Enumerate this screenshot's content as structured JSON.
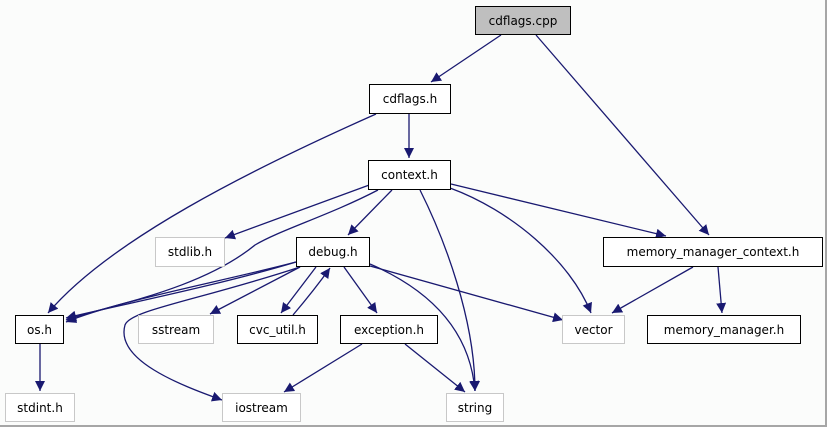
{
  "graph": {
    "title": "Include dependency graph for cdflags.cpp",
    "edge_color": "#191970",
    "nodes": [
      {
        "id": "cdflags_cpp",
        "label": "cdflags.cpp",
        "kind": "root"
      },
      {
        "id": "cdflags_h",
        "label": "cdflags.h",
        "kind": "local"
      },
      {
        "id": "context_h",
        "label": "context.h",
        "kind": "local"
      },
      {
        "id": "stdlib_h",
        "label": "stdlib.h",
        "kind": "system"
      },
      {
        "id": "debug_h",
        "label": "debug.h",
        "kind": "local"
      },
      {
        "id": "memory_manager_context_h",
        "label": "memory_manager_context.h",
        "kind": "local"
      },
      {
        "id": "os_h",
        "label": "os.h",
        "kind": "local"
      },
      {
        "id": "sstream",
        "label": "sstream",
        "kind": "system"
      },
      {
        "id": "cvc_util_h",
        "label": "cvc_util.h",
        "kind": "local"
      },
      {
        "id": "exception_h",
        "label": "exception.h",
        "kind": "local"
      },
      {
        "id": "vector",
        "label": "vector",
        "kind": "system"
      },
      {
        "id": "memory_manager_h",
        "label": "memory_manager.h",
        "kind": "local"
      },
      {
        "id": "stdint_h",
        "label": "stdint.h",
        "kind": "system"
      },
      {
        "id": "iostream",
        "label": "iostream",
        "kind": "system"
      },
      {
        "id": "string",
        "label": "string",
        "kind": "system"
      }
    ],
    "edges": [
      {
        "from": "cdflags_cpp",
        "to": "cdflags_h"
      },
      {
        "from": "cdflags_cpp",
        "to": "memory_manager_context_h"
      },
      {
        "from": "cdflags_h",
        "to": "context_h"
      },
      {
        "from": "cdflags_h",
        "to": "os_h"
      },
      {
        "from": "context_h",
        "to": "stdlib_h"
      },
      {
        "from": "context_h",
        "to": "debug_h"
      },
      {
        "from": "context_h",
        "to": "os_h"
      },
      {
        "from": "context_h",
        "to": "string"
      },
      {
        "from": "context_h",
        "to": "vector"
      },
      {
        "from": "context_h",
        "to": "memory_manager_context_h"
      },
      {
        "from": "debug_h",
        "to": "os_h"
      },
      {
        "from": "debug_h",
        "to": "sstream"
      },
      {
        "from": "debug_h",
        "to": "cvc_util_h"
      },
      {
        "from": "debug_h",
        "to": "exception_h"
      },
      {
        "from": "debug_h",
        "to": "iostream"
      },
      {
        "from": "debug_h",
        "to": "string"
      },
      {
        "from": "debug_h",
        "to": "vector"
      },
      {
        "from": "cvc_util_h",
        "to": "debug_h"
      },
      {
        "from": "cvc_util_h",
        "to": "os_h"
      },
      {
        "from": "exception_h",
        "to": "iostream"
      },
      {
        "from": "exception_h",
        "to": "string"
      },
      {
        "from": "memory_manager_context_h",
        "to": "vector"
      },
      {
        "from": "memory_manager_context_h",
        "to": "memory_manager_h"
      },
      {
        "from": "os_h",
        "to": "stdint_h"
      }
    ]
  }
}
